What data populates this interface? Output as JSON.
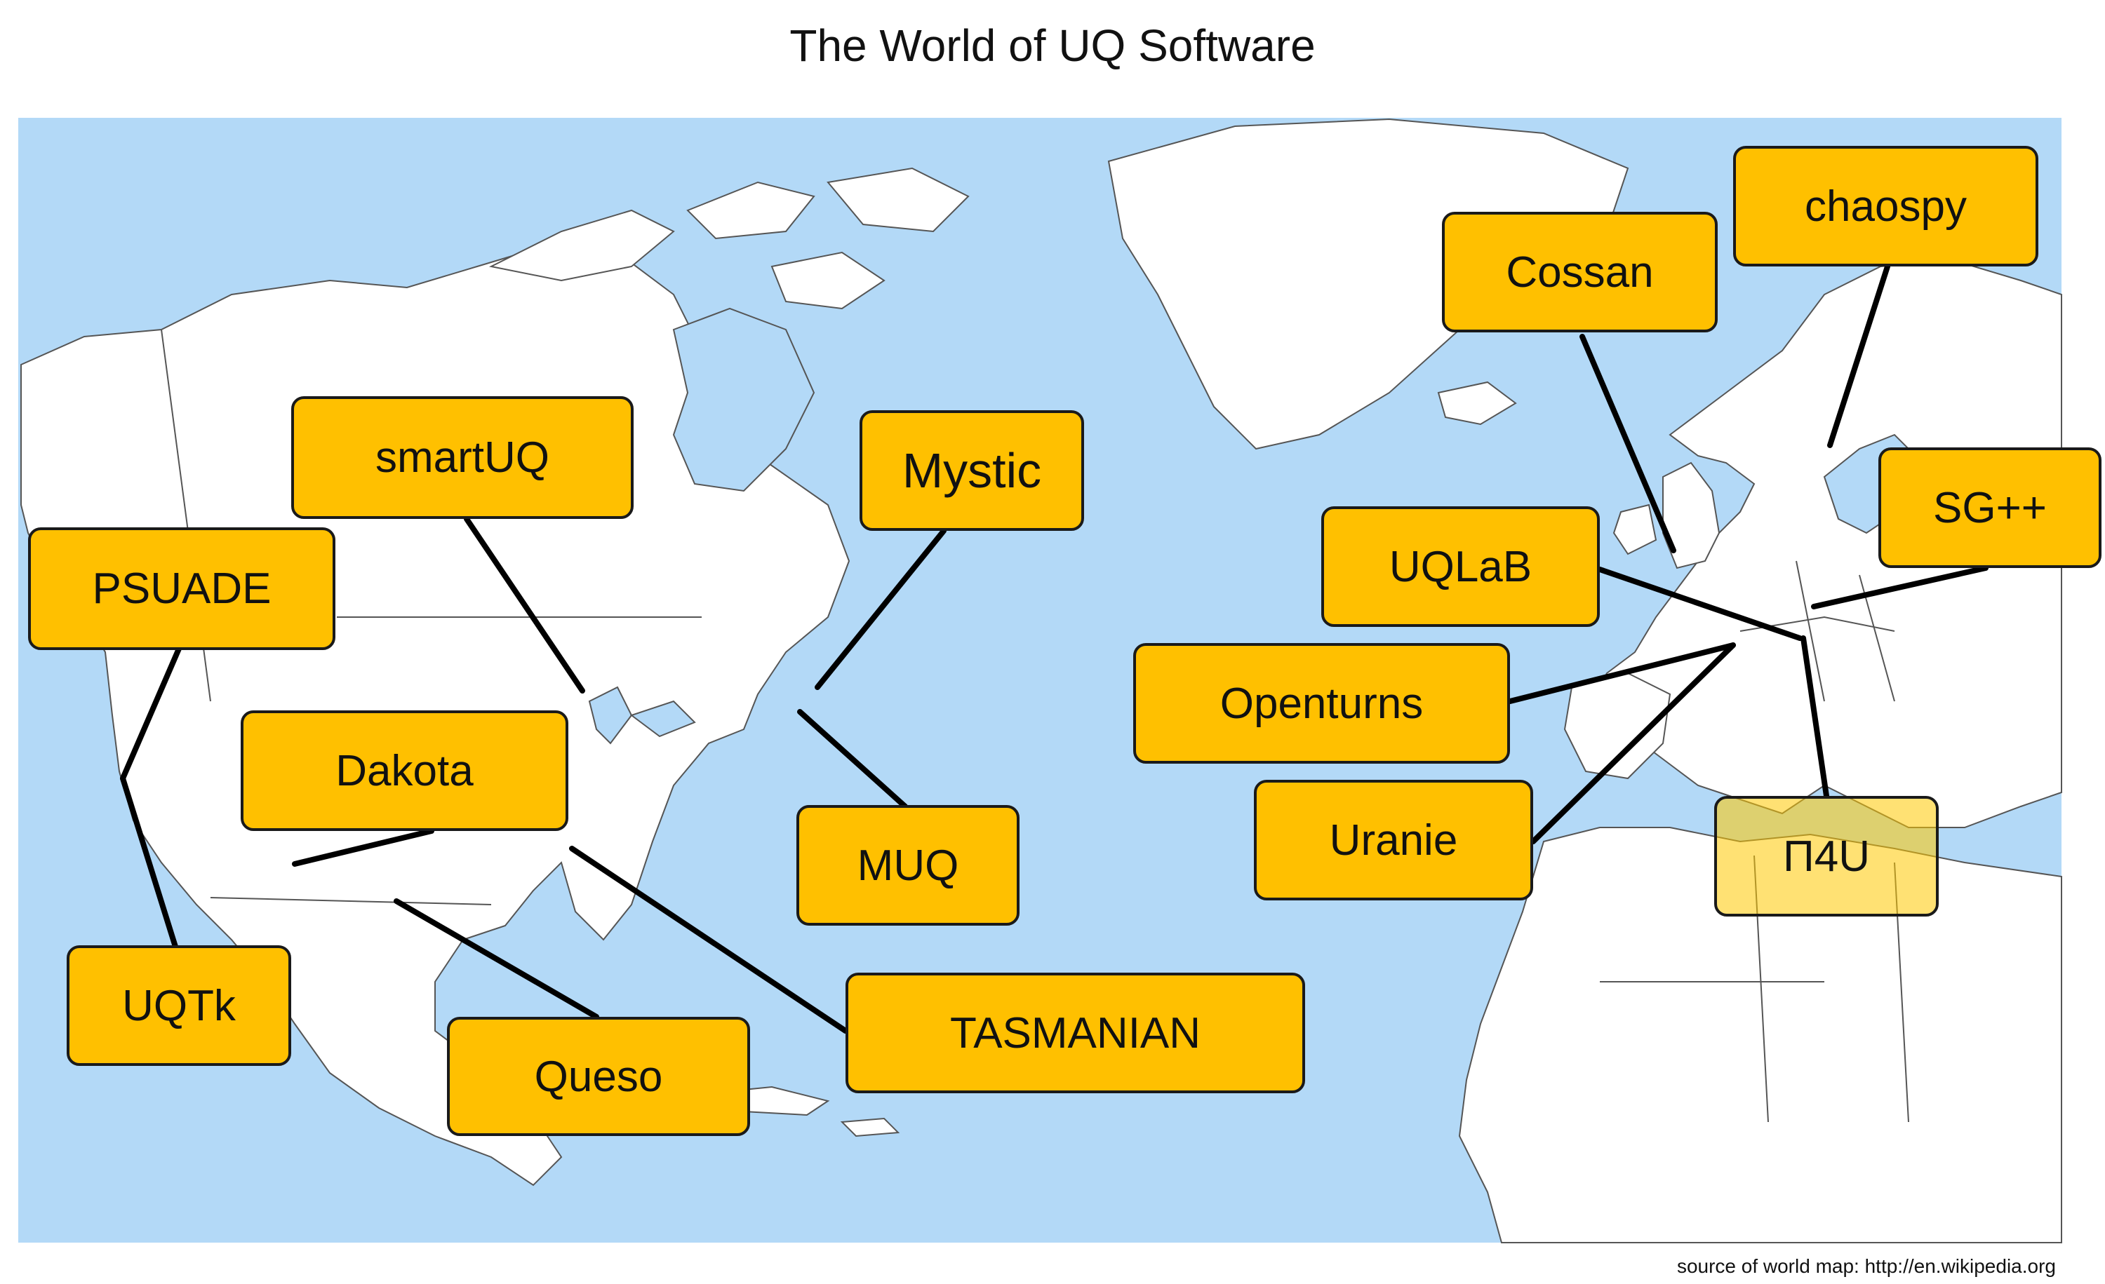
{
  "title": "The World of UQ Software",
  "credit": "source of  world map: http://en.wikipedia.org",
  "labels": {
    "smartUQ": "smartUQ",
    "PSUADE": "PSUADE",
    "Mystic": "Mystic",
    "Dakota": "Dakota",
    "MUQ": "MUQ",
    "UQTk": "UQTk",
    "Queso": "Queso",
    "TASMANIAN": "TASMANIAN",
    "Cossan": "Cossan",
    "chaospy": "chaospy",
    "SG++": "SG++",
    "UQLaB": "UQLaB",
    "Openturns": "Openturns",
    "Uranie": "Uranie",
    "Pi4U": "Π4U"
  },
  "colors": {
    "ocean": "#b3d9f7",
    "land": "#ffffff",
    "border": "#555555",
    "label_fill": "#ffc000",
    "label_border": "#1a1a1a",
    "connector": "#000000"
  }
}
